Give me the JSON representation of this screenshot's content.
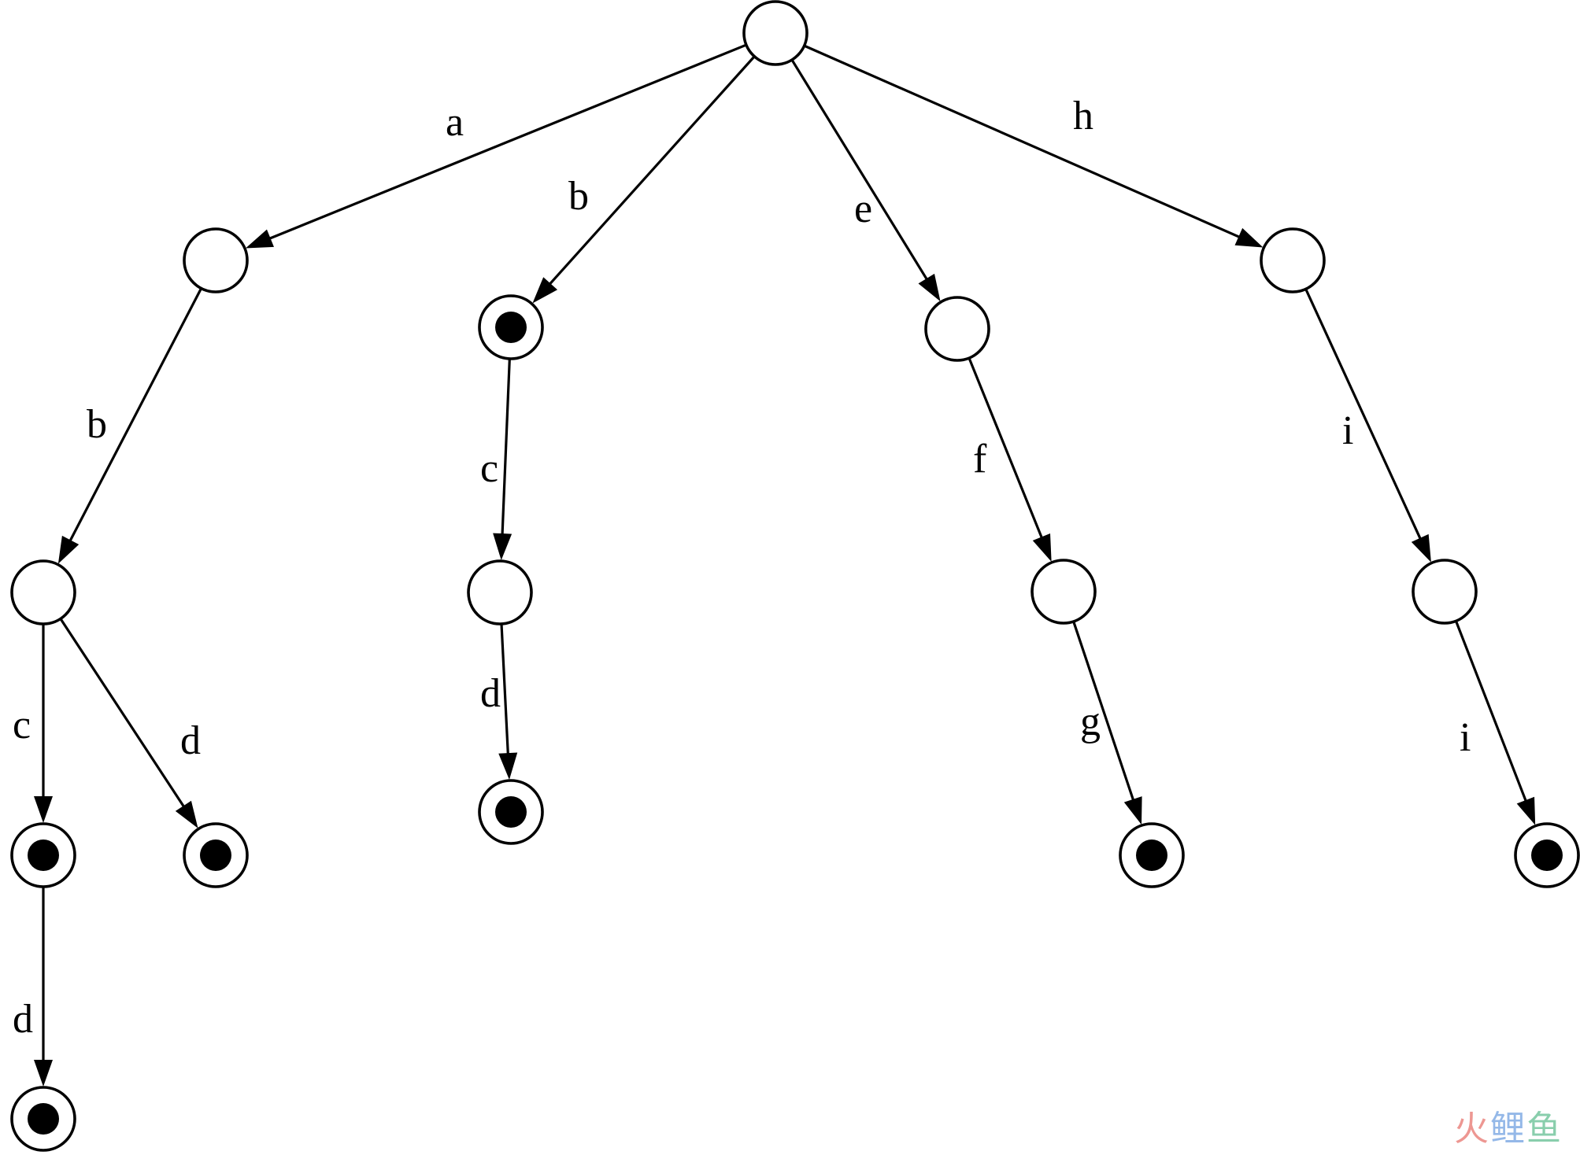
{
  "colors": {
    "ink": "#000000",
    "background": "#ffffff",
    "watermark_red": "#e0433a",
    "watermark_blue": "#3d7fd6",
    "watermark_green": "#2aa76a"
  },
  "trie": {
    "nodes": [
      {
        "id": "root",
        "terminal": false
      },
      {
        "id": "a",
        "terminal": false
      },
      {
        "id": "b",
        "terminal": true
      },
      {
        "id": "e",
        "terminal": false
      },
      {
        "id": "h",
        "terminal": false
      },
      {
        "id": "ab",
        "terminal": false
      },
      {
        "id": "bc",
        "terminal": false
      },
      {
        "id": "ef",
        "terminal": false
      },
      {
        "id": "hi",
        "terminal": false
      },
      {
        "id": "abc",
        "terminal": true
      },
      {
        "id": "abd",
        "terminal": true
      },
      {
        "id": "bcd",
        "terminal": true
      },
      {
        "id": "efg",
        "terminal": true
      },
      {
        "id": "hii",
        "terminal": true
      },
      {
        "id": "abcd",
        "terminal": true
      }
    ],
    "edges": [
      {
        "from": "root",
        "to": "a",
        "label": "a"
      },
      {
        "from": "root",
        "to": "b",
        "label": "b"
      },
      {
        "from": "root",
        "to": "e",
        "label": "e"
      },
      {
        "from": "root",
        "to": "h",
        "label": "h"
      },
      {
        "from": "a",
        "to": "ab",
        "label": "b"
      },
      {
        "from": "b",
        "to": "bc",
        "label": "c"
      },
      {
        "from": "e",
        "to": "ef",
        "label": "f"
      },
      {
        "from": "h",
        "to": "hi",
        "label": "i"
      },
      {
        "from": "ab",
        "to": "abc",
        "label": "c"
      },
      {
        "from": "ab",
        "to": "abd",
        "label": "d"
      },
      {
        "from": "bc",
        "to": "bcd",
        "label": "d"
      },
      {
        "from": "ef",
        "to": "efg",
        "label": "g"
      },
      {
        "from": "hi",
        "to": "hii",
        "label": "i"
      },
      {
        "from": "abc",
        "to": "abcd",
        "label": "d"
      }
    ]
  },
  "watermark": {
    "char1": "火",
    "char2": "鲤",
    "char3": "鱼"
  }
}
